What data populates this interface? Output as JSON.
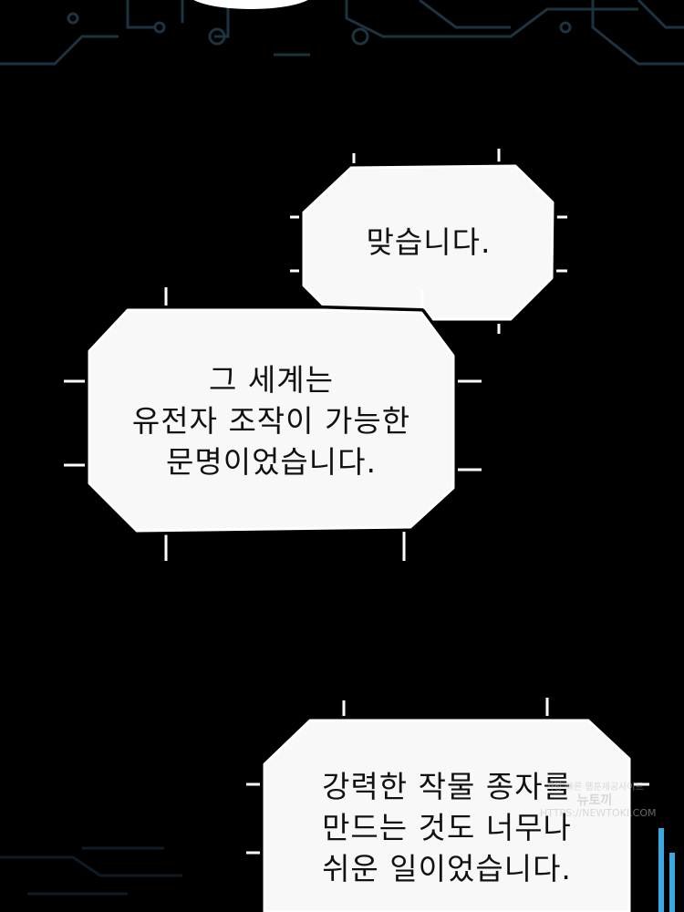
{
  "bubbles": [
    {
      "lines": [
        "맞습니다."
      ]
    },
    {
      "lines": [
        "그 세계는",
        "유전자 조작이 가능한",
        "문명이었습니다."
      ]
    },
    {
      "lines": [
        "강력한 작물 종자를",
        "만드는 것도 너무나",
        "쉬운 일이었습니다."
      ]
    }
  ],
  "watermark": {
    "top": "가장 빠른 웹툰제공사이트",
    "middle": "뉴토끼",
    "url": "HTTPS://NEWTOKI.COM"
  }
}
